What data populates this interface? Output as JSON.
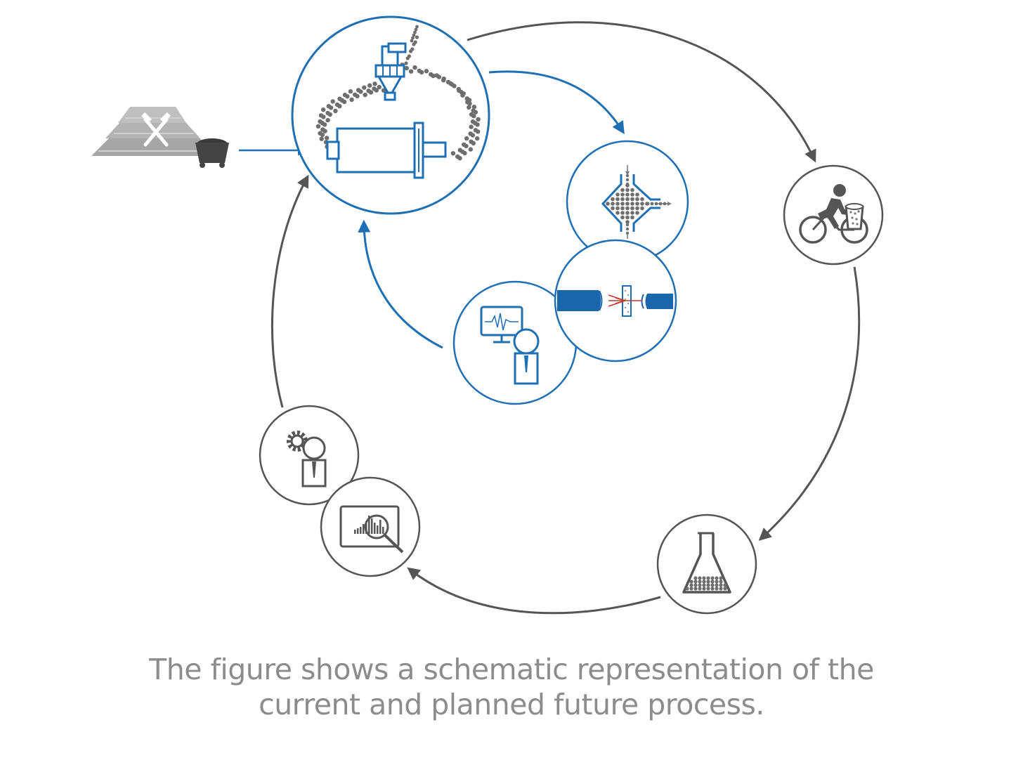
{
  "caption": {
    "line1": "The figure shows a schematic representation of the",
    "line2": "current and planned future process."
  },
  "colors": {
    "blue": "#1f6fb5",
    "blue_dark": "#1a66ad",
    "gray": "#555555",
    "gray_light": "#a6a6a6",
    "dot": "#6e6e6e",
    "red": "#c0392b"
  },
  "nodes": [
    {
      "id": "milling",
      "icon": "ball-mill-icon"
    },
    {
      "id": "sorting",
      "icon": "particle-separator-icon"
    },
    {
      "id": "laser",
      "icon": "laser-measurement-icon"
    },
    {
      "id": "monitoring",
      "icon": "operator-monitor-icon"
    },
    {
      "id": "transport",
      "icon": "cyclist-bucket-icon"
    },
    {
      "id": "lab",
      "icon": "flask-icon"
    },
    {
      "id": "analysis",
      "icon": "chart-magnifier-icon"
    },
    {
      "id": "expert",
      "icon": "engineer-gear-icon"
    },
    {
      "id": "mine",
      "icon": "mine-pile-icon"
    }
  ]
}
